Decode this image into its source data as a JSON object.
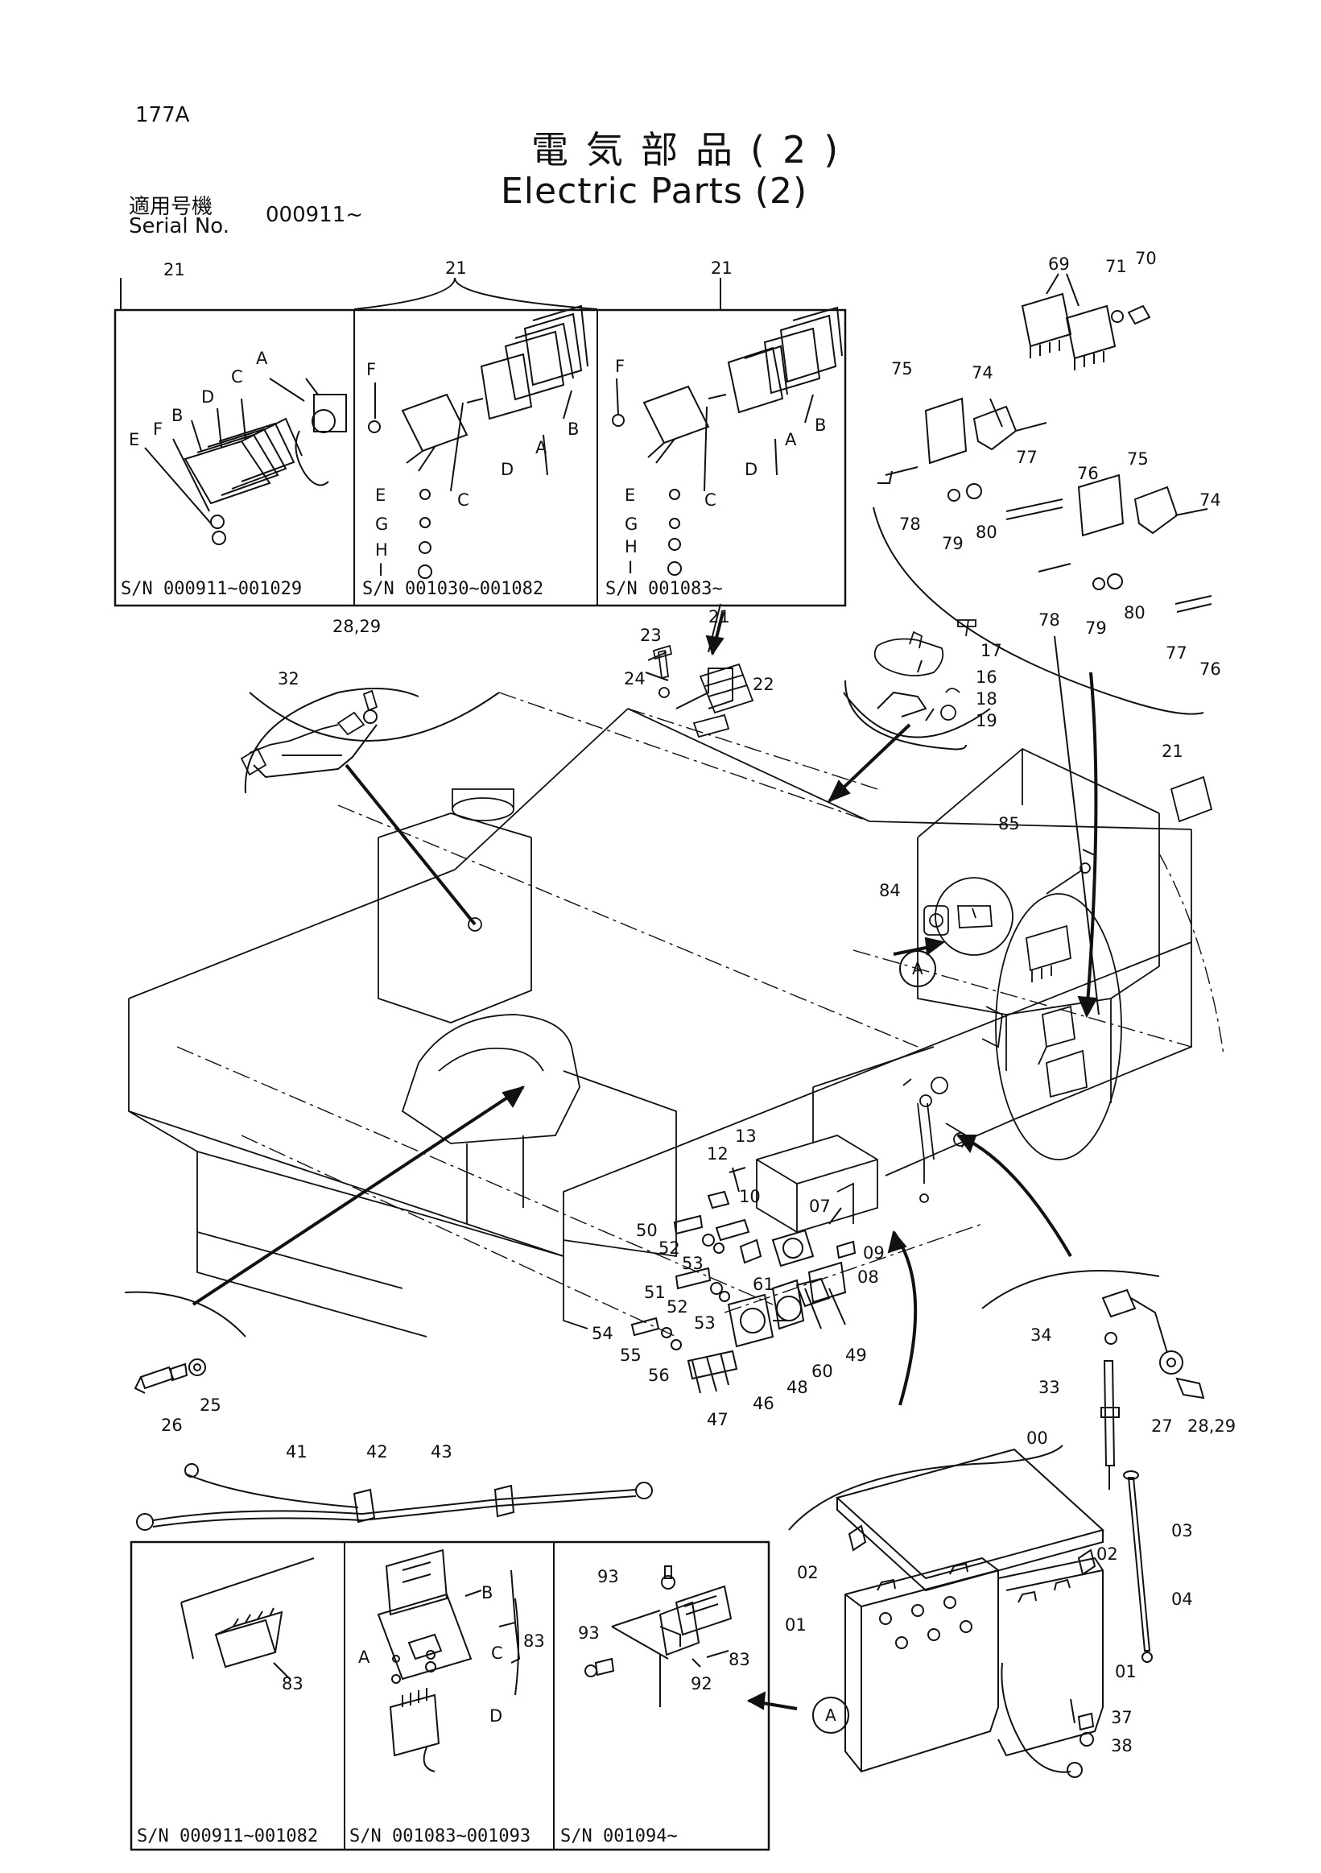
{
  "header": {
    "page_code": "177A",
    "title_jp": "電気部品(2)",
    "title_en": "Electric Parts (2)",
    "serial_label_jp": "適用号機",
    "serial_label_en": "Serial No.",
    "serial_value": "000911~"
  },
  "top_inset": {
    "callouts": [
      "21",
      "21",
      "21"
    ],
    "panels": [
      {
        "sn": "S/N  000911~001029",
        "labels": [
          "A",
          "B",
          "C",
          "D",
          "E",
          "F"
        ]
      },
      {
        "sn": "S/N  001030~001082",
        "labels": [
          "F",
          "A",
          "B",
          "C",
          "D",
          "E",
          "G",
          "H",
          "I"
        ]
      },
      {
        "sn": "S/N  001083~",
        "labels": [
          "F",
          "A",
          "B",
          "C",
          "D",
          "E",
          "G",
          "H",
          "I"
        ]
      }
    ]
  },
  "bottom_inset": {
    "panels": [
      {
        "sn": "S/N  000911~001082",
        "labels": [
          "83"
        ]
      },
      {
        "sn": "S/N  001083~001093",
        "labels": [
          "B",
          "A",
          "C",
          "D",
          "83"
        ]
      },
      {
        "sn": "S/N  001094~",
        "labels": [
          "93",
          "93",
          "92",
          "83"
        ]
      }
    ]
  },
  "ref_marker": "A",
  "part_numbers": [
    "69",
    "71",
    "70",
    "75",
    "74",
    "77",
    "76",
    "78",
    "79",
    "80",
    "75",
    "74",
    "78",
    "79",
    "80",
    "77",
    "76",
    "28,29",
    "32",
    "23",
    "21",
    "24",
    "22",
    "17",
    "16",
    "18",
    "19",
    "21",
    "85",
    "84",
    "12",
    "13",
    "10",
    "07",
    "09",
    "08",
    "50",
    "52",
    "53",
    "61",
    "51",
    "52",
    "53",
    "54",
    "55",
    "56",
    "46",
    "47",
    "48",
    "60",
    "49",
    "34",
    "33",
    "27",
    "28,29",
    "26",
    "25",
    "41",
    "42",
    "43",
    "00",
    "03",
    "02",
    "02",
    "04",
    "01",
    "01",
    "37",
    "38"
  ]
}
